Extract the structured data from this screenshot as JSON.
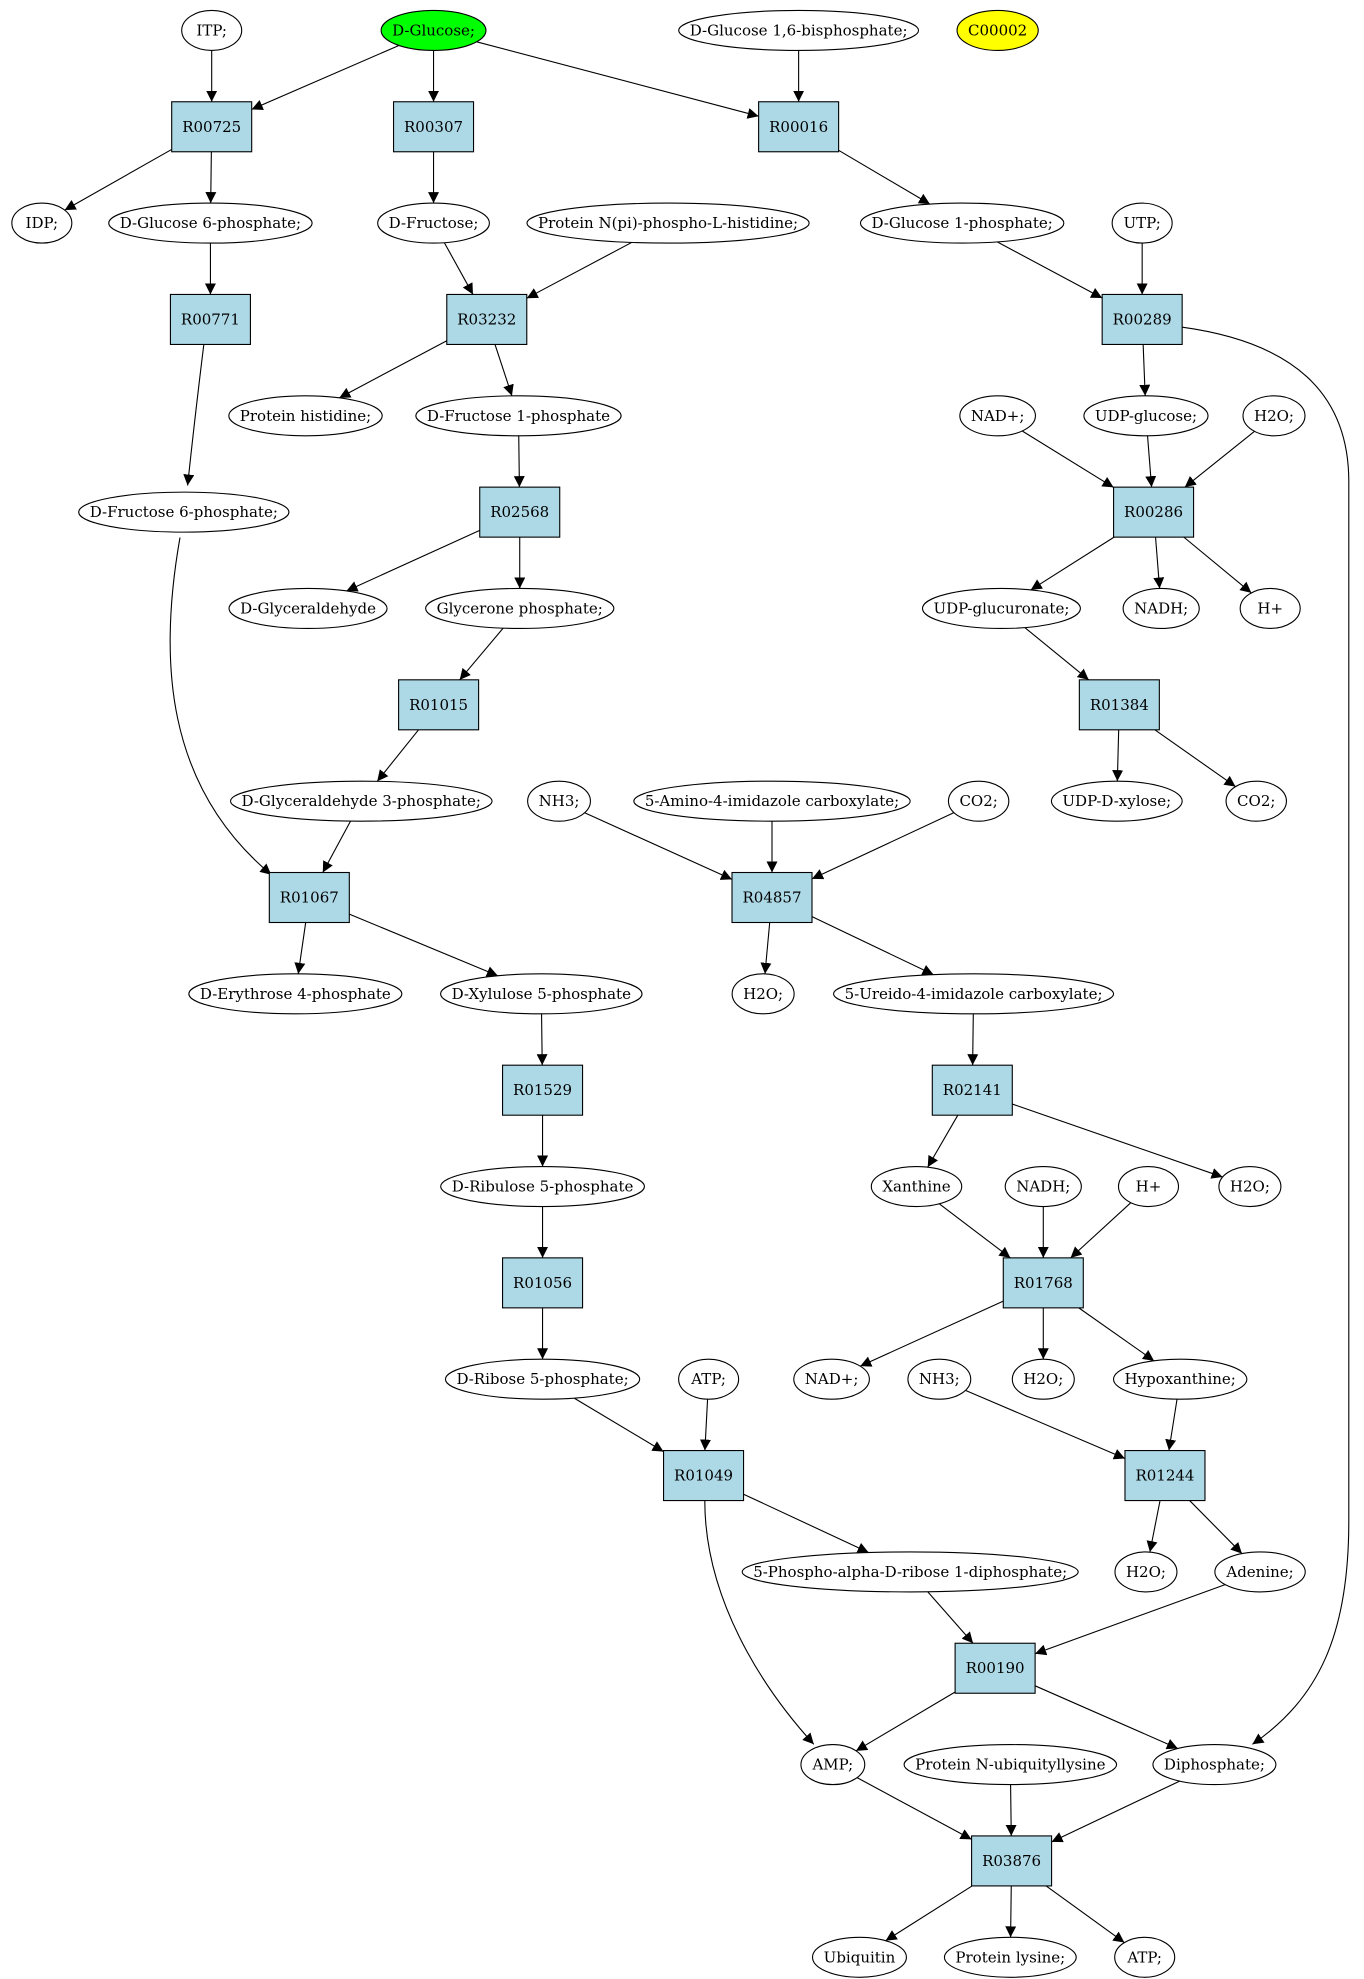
{
  "colors": {
    "compound_fill": "#ffffff",
    "reaction_fill": "#add8e6",
    "start_fill": "#00ff00",
    "marker_fill": "#ffff00",
    "edge": "#000000"
  },
  "compounds": [
    {
      "id": "c_itp",
      "label": "ITP;"
    },
    {
      "id": "c_glucose",
      "label": "D-Glucose;",
      "highlight": "start"
    },
    {
      "id": "c_g16bp",
      "label": "D-Glucose 1,6-bisphosphate;"
    },
    {
      "id": "c_c00002",
      "label": "C00002",
      "highlight": "marker"
    },
    {
      "id": "c_idp",
      "label": "IDP;"
    },
    {
      "id": "c_g6p",
      "label": "D-Glucose 6-phosphate;"
    },
    {
      "id": "c_fructose",
      "label": "D-Fructose;"
    },
    {
      "id": "c_protnph",
      "label": "Protein N(pi)-phospho-L-histidine;"
    },
    {
      "id": "c_g1p",
      "label": "D-Glucose 1-phosphate;"
    },
    {
      "id": "c_utp",
      "label": "UTP;"
    },
    {
      "id": "c_protHis",
      "label": "Protein histidine;"
    },
    {
      "id": "c_f1p",
      "label": "D-Fructose 1-phosphate"
    },
    {
      "id": "c_nadp1",
      "label": "NAD+;"
    },
    {
      "id": "c_udpglc",
      "label": "UDP-glucose;"
    },
    {
      "id": "c_h2o1",
      "label": "H2O;"
    },
    {
      "id": "c_f6p",
      "label": "D-Fructose 6-phosphate;"
    },
    {
      "id": "c_glyald",
      "label": "D-Glyceraldehyde"
    },
    {
      "id": "c_glycP",
      "label": "Glycerone phosphate;"
    },
    {
      "id": "c_udpgluA",
      "label": "UDP-glucuronate;"
    },
    {
      "id": "c_nadh1",
      "label": "NADH;"
    },
    {
      "id": "c_hplus1",
      "label": "H+"
    },
    {
      "id": "c_ga3p",
      "label": "D-Glyceraldehyde 3-phosphate;"
    },
    {
      "id": "c_nh3a",
      "label": "NH3;"
    },
    {
      "id": "c_aica",
      "label": "5-Amino-4-imidazole carboxylate;"
    },
    {
      "id": "c_co2a",
      "label": "CO2;"
    },
    {
      "id": "c_udpxyl",
      "label": "UDP-D-xylose;"
    },
    {
      "id": "c_co2b",
      "label": "CO2;"
    },
    {
      "id": "c_e4p",
      "label": "D-Erythrose 4-phosphate"
    },
    {
      "id": "c_x5p",
      "label": "D-Xylulose 5-phosphate"
    },
    {
      "id": "c_h2o2",
      "label": "H2O;"
    },
    {
      "id": "c_uica",
      "label": "5-Ureido-4-imidazole carboxylate;"
    },
    {
      "id": "c_ru5p",
      "label": "D-Ribulose 5-phosphate"
    },
    {
      "id": "c_xan",
      "label": "Xanthine"
    },
    {
      "id": "c_nadh2",
      "label": "NADH;"
    },
    {
      "id": "c_hplus2",
      "label": "H+"
    },
    {
      "id": "c_h2o3",
      "label": "H2O;"
    },
    {
      "id": "c_r5p",
      "label": "D-Ribose 5-phosphate;"
    },
    {
      "id": "c_atp1",
      "label": "ATP;"
    },
    {
      "id": "c_nadp2",
      "label": "NAD+;"
    },
    {
      "id": "c_nh3b",
      "label": "NH3;"
    },
    {
      "id": "c_h2o4",
      "label": "H2O;"
    },
    {
      "id": "c_hypox",
      "label": "Hypoxanthine;"
    },
    {
      "id": "c_prpp",
      "label": "5-Phospho-alpha-D-ribose 1-diphosphate;"
    },
    {
      "id": "c_h2o5",
      "label": "H2O;"
    },
    {
      "id": "c_adenine",
      "label": "Adenine;"
    },
    {
      "id": "c_amp",
      "label": "AMP;"
    },
    {
      "id": "c_protUbq",
      "label": "Protein N-ubiquityllysine"
    },
    {
      "id": "c_diP",
      "label": "Diphosphate;"
    },
    {
      "id": "c_ubq",
      "label": "Ubiquitin"
    },
    {
      "id": "c_protLys",
      "label": "Protein lysine;"
    },
    {
      "id": "c_atp2",
      "label": "ATP;"
    }
  ],
  "reactions": [
    {
      "id": "r_R00725",
      "label": "R00725"
    },
    {
      "id": "r_R00307",
      "label": "R00307"
    },
    {
      "id": "r_R00016",
      "label": "R00016"
    },
    {
      "id": "r_R00771",
      "label": "R00771"
    },
    {
      "id": "r_R03232",
      "label": "R03232"
    },
    {
      "id": "r_R00289",
      "label": "R00289"
    },
    {
      "id": "r_R02568",
      "label": "R02568"
    },
    {
      "id": "r_R00286",
      "label": "R00286"
    },
    {
      "id": "r_R01015",
      "label": "R01015"
    },
    {
      "id": "r_R01384",
      "label": "R01384"
    },
    {
      "id": "r_R01067",
      "label": "R01067"
    },
    {
      "id": "r_R04857",
      "label": "R04857"
    },
    {
      "id": "r_R01529",
      "label": "R01529"
    },
    {
      "id": "r_R02141",
      "label": "R02141"
    },
    {
      "id": "r_R01056",
      "label": "R01056"
    },
    {
      "id": "r_R01768",
      "label": "R01768"
    },
    {
      "id": "r_R01049",
      "label": "R01049"
    },
    {
      "id": "r_R01244",
      "label": "R01244"
    },
    {
      "id": "r_R00190",
      "label": "R00190"
    },
    {
      "id": "r_R03876",
      "label": "R03876"
    }
  ],
  "edges": [
    {
      "from": "c_itp",
      "to": "r_R00725"
    },
    {
      "from": "c_glucose",
      "to": "r_R00725"
    },
    {
      "from": "c_glucose",
      "to": "r_R00307"
    },
    {
      "from": "c_glucose",
      "to": "r_R00016"
    },
    {
      "from": "c_g16bp",
      "to": "r_R00016"
    },
    {
      "from": "r_R00725",
      "to": "c_idp"
    },
    {
      "from": "r_R00725",
      "to": "c_g6p"
    },
    {
      "from": "r_R00307",
      "to": "c_fructose"
    },
    {
      "from": "r_R00016",
      "to": "c_g1p"
    },
    {
      "from": "c_g6p",
      "to": "r_R00771"
    },
    {
      "from": "c_fructose",
      "to": "r_R03232"
    },
    {
      "from": "c_protnph",
      "to": "r_R03232"
    },
    {
      "from": "c_g1p",
      "to": "r_R00289"
    },
    {
      "from": "c_utp",
      "to": "r_R00289"
    },
    {
      "from": "r_R00771",
      "to": "c_f6p"
    },
    {
      "from": "r_R03232",
      "to": "c_protHis"
    },
    {
      "from": "r_R03232",
      "to": "c_f1p"
    },
    {
      "from": "r_R00289",
      "to": "c_udpglc"
    },
    {
      "from": "r_R00289",
      "to": "c_diP"
    },
    {
      "from": "c_f1p",
      "to": "r_R02568"
    },
    {
      "from": "c_nadp1",
      "to": "r_R00286"
    },
    {
      "from": "c_udpglc",
      "to": "r_R00286"
    },
    {
      "from": "c_h2o1",
      "to": "r_R00286"
    },
    {
      "from": "r_R02568",
      "to": "c_glyald"
    },
    {
      "from": "r_R02568",
      "to": "c_glycP"
    },
    {
      "from": "r_R00286",
      "to": "c_udpgluA"
    },
    {
      "from": "r_R00286",
      "to": "c_nadh1"
    },
    {
      "from": "r_R00286",
      "to": "c_hplus1"
    },
    {
      "from": "c_glycP",
      "to": "r_R01015"
    },
    {
      "from": "c_udpgluA",
      "to": "r_R01384"
    },
    {
      "from": "r_R01015",
      "to": "c_ga3p"
    },
    {
      "from": "r_R01384",
      "to": "c_udpxyl"
    },
    {
      "from": "r_R01384",
      "to": "c_co2b"
    },
    {
      "from": "c_f6p",
      "to": "r_R01067"
    },
    {
      "from": "c_ga3p",
      "to": "r_R01067"
    },
    {
      "from": "c_nh3a",
      "to": "r_R04857"
    },
    {
      "from": "c_aica",
      "to": "r_R04857"
    },
    {
      "from": "c_co2a",
      "to": "r_R04857"
    },
    {
      "from": "r_R01067",
      "to": "c_e4p"
    },
    {
      "from": "r_R01067",
      "to": "c_x5p"
    },
    {
      "from": "r_R04857",
      "to": "c_h2o2"
    },
    {
      "from": "r_R04857",
      "to": "c_uica"
    },
    {
      "from": "c_x5p",
      "to": "r_R01529"
    },
    {
      "from": "c_uica",
      "to": "r_R02141"
    },
    {
      "from": "r_R01529",
      "to": "c_ru5p"
    },
    {
      "from": "r_R02141",
      "to": "c_xan"
    },
    {
      "from": "r_R02141",
      "to": "c_h2o3"
    },
    {
      "from": "c_ru5p",
      "to": "r_R01056"
    },
    {
      "from": "c_xan",
      "to": "r_R01768"
    },
    {
      "from": "c_nadh2",
      "to": "r_R01768"
    },
    {
      "from": "c_hplus2",
      "to": "r_R01768"
    },
    {
      "from": "r_R01056",
      "to": "c_r5p"
    },
    {
      "from": "r_R01768",
      "to": "c_nadp2"
    },
    {
      "from": "r_R01768",
      "to": "c_h2o4"
    },
    {
      "from": "r_R01768",
      "to": "c_hypox"
    },
    {
      "from": "c_r5p",
      "to": "r_R01049"
    },
    {
      "from": "c_atp1",
      "to": "r_R01049"
    },
    {
      "from": "c_nh3b",
      "to": "r_R01244"
    },
    {
      "from": "c_hypox",
      "to": "r_R01244"
    },
    {
      "from": "r_R01049",
      "to": "c_prpp"
    },
    {
      "from": "r_R01049",
      "to": "c_amp"
    },
    {
      "from": "r_R01244",
      "to": "c_h2o5"
    },
    {
      "from": "r_R01244",
      "to": "c_adenine"
    },
    {
      "from": "c_prpp",
      "to": "r_R00190"
    },
    {
      "from": "c_adenine",
      "to": "r_R00190"
    },
    {
      "from": "r_R00190",
      "to": "c_amp"
    },
    {
      "from": "r_R00190",
      "to": "c_diP"
    },
    {
      "from": "c_amp",
      "to": "r_R03876"
    },
    {
      "from": "c_protUbq",
      "to": "r_R03876"
    },
    {
      "from": "c_diP",
      "to": "r_R03876"
    },
    {
      "from": "r_R03876",
      "to": "c_ubq"
    },
    {
      "from": "r_R03876",
      "to": "c_protLys"
    },
    {
      "from": "r_R03876",
      "to": "c_atp2"
    }
  ]
}
